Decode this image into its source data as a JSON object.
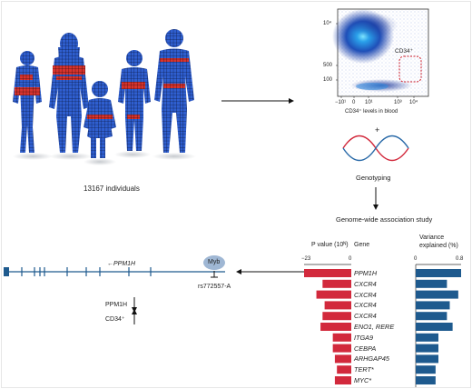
{
  "people": {
    "caption": "13167 individuals"
  },
  "flow": {
    "cd34_gate": "CD34⁺",
    "y_ticks": [
      "10⁴",
      "500",
      "100"
    ],
    "x_ticks": [
      "−10¹",
      "0",
      "10¹",
      "10³",
      "10⁴"
    ],
    "x_axis_label": "CD34⁺ levels in blood"
  },
  "plus_sign": "+",
  "genotyping_label": "Genotyping",
  "gwas_label": "Genome-wide association study",
  "gene_track": {
    "gene_label": "←PPM1H",
    "tf_label": "Myb",
    "snp_label": "rs772557-A",
    "effects": [
      {
        "label": "PPM1H",
        "direction": "down"
      },
      {
        "label": "CD34⁺",
        "direction": "up"
      }
    ]
  },
  "table": {
    "pvalue_header": "P value (10ᴺ)",
    "gene_header": "Gene",
    "variance_header_line1": "Variance",
    "variance_header_line2": "explained (%)",
    "pvalue_axis": [
      "−23",
      "0"
    ],
    "variance_axis": [
      "0",
      "0.8"
    ]
  },
  "chart_data": {
    "type": "bar",
    "categories": [
      "PPM1H",
      "CXCR4",
      "CXCR4",
      "CXCR4",
      "CXCR4",
      "ENO1, RERE",
      "ITGA9",
      "CEBPA",
      "ARHGAP45",
      "TERT*",
      "MYC*"
    ],
    "series": [
      {
        "name": "P value (10ᴺ)",
        "values": [
          -23,
          -14,
          -17,
          -13,
          -14,
          -15,
          -9,
          -9,
          -8,
          -7,
          -8
        ]
      },
      {
        "name": "Variance explained (%)",
        "values": [
          0.8,
          0.55,
          0.75,
          0.6,
          0.55,
          0.65,
          0.4,
          0.4,
          0.4,
          0.35,
          0.35
        ]
      }
    ],
    "xlim_pvalue": [
      -23,
      0
    ],
    "xlim_variance": [
      0,
      0.8
    ],
    "colors": {
      "pvalue": "#d2293c",
      "variance": "#1e5a8e"
    }
  },
  "colors": {
    "arrow": "#111111",
    "track": "#1e5a8e",
    "myb": "#9fb7d4",
    "wave_red": "#d2293c",
    "wave_blue": "#2a6aa8"
  }
}
